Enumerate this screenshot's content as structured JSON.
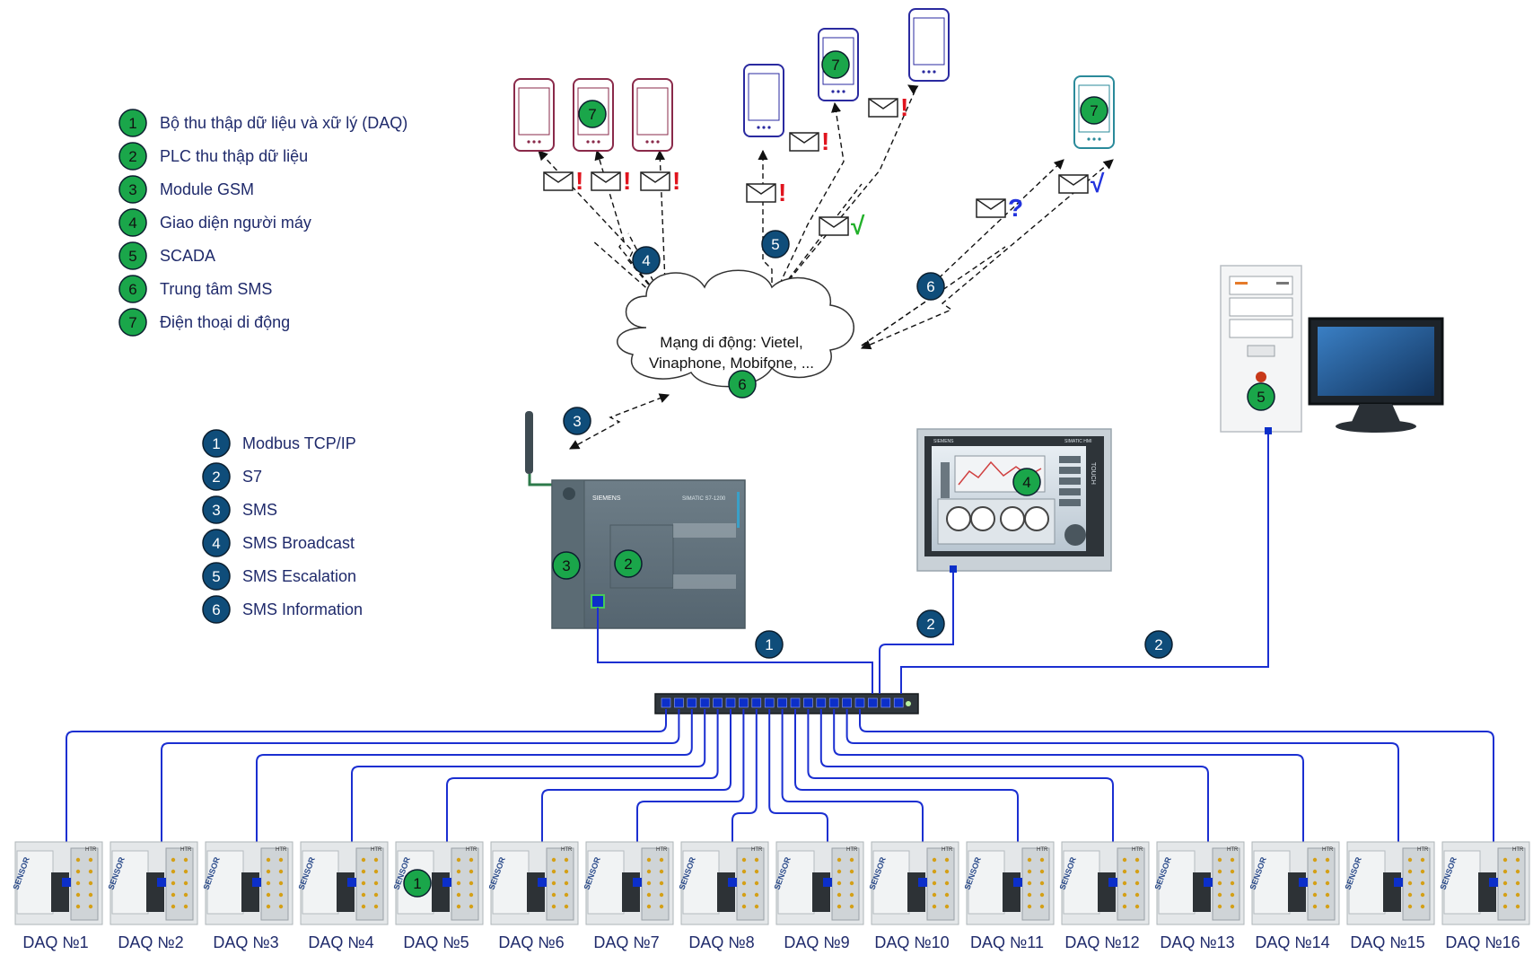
{
  "colors": {
    "device_badge": "#1aa64a",
    "protocol_badge": "#0f4d7a",
    "link_blue": "#1b2fd1",
    "alert_red": "#e0141e",
    "ok_green": "#22b02a",
    "question_blue": "#2233dd",
    "phone_maroon": "#8a2a4a",
    "phone_blue": "#2a2aa0",
    "phone_teal": "#2a8a9a"
  },
  "legend_devices": [
    {
      "num": "1",
      "label": "Bộ thu thập dữ liệu và xữ lý (DAQ)"
    },
    {
      "num": "2",
      "label": "PLC thu thập dữ liệu"
    },
    {
      "num": "3",
      "label": "Module GSM"
    },
    {
      "num": "4",
      "label": "Giao diện người máy"
    },
    {
      "num": "5",
      "label": "SCADA"
    },
    {
      "num": "6",
      "label": "Trung tâm SMS"
    },
    {
      "num": "7",
      "label": "Điện thoại di động"
    }
  ],
  "legend_protocols": [
    {
      "num": "1",
      "label": "Modbus TCP/IP"
    },
    {
      "num": "2",
      "label": "S7"
    },
    {
      "num": "3",
      "label": "SMS"
    },
    {
      "num": "4",
      "label": "SMS Broadcast"
    },
    {
      "num": "5",
      "label": "SMS Escalation"
    },
    {
      "num": "6",
      "label": "SMS Information"
    }
  ],
  "cloud": {
    "line1": "Mạng di động: Vietel,",
    "line2": "Vinaphone, Mobifone, ...",
    "badge": "6"
  },
  "badges": {
    "phone_group1": "7",
    "phone_group2": "7",
    "phone_group3": "7",
    "broadcast": "4",
    "escalation": "5",
    "information": "6",
    "gsm_link": "3",
    "plc_gsm": "3",
    "plc": "2",
    "hmi": "4",
    "scada_pc": "5",
    "daq5": "1",
    "link_modbus": "1",
    "link_hmi": "2",
    "link_scada": "2"
  },
  "message_marks": {
    "alert": "!",
    "ok": "√",
    "question": "?"
  },
  "hmi": {
    "brand": "SIEMENS",
    "model": "SIMATIC HMI",
    "side": "TOUCH"
  },
  "plc": {
    "brand": "SIEMENS",
    "model": "SIMATIC S7-1200"
  },
  "daq_units": [
    {
      "label": "DAQ №1"
    },
    {
      "label": "DAQ №2"
    },
    {
      "label": "DAQ №3"
    },
    {
      "label": "DAQ №4"
    },
    {
      "label": "DAQ №5"
    },
    {
      "label": "DAQ №6"
    },
    {
      "label": "DAQ №7"
    },
    {
      "label": "DAQ №8"
    },
    {
      "label": "DAQ №9"
    },
    {
      "label": "DAQ №10"
    },
    {
      "label": "DAQ №11"
    },
    {
      "label": "DAQ №12"
    },
    {
      "label": "DAQ №13"
    },
    {
      "label": "DAQ №14"
    },
    {
      "label": "DAQ №15"
    },
    {
      "label": "DAQ №16"
    }
  ],
  "daq_brand": "SENSOR",
  "daq_tag": "HTR"
}
